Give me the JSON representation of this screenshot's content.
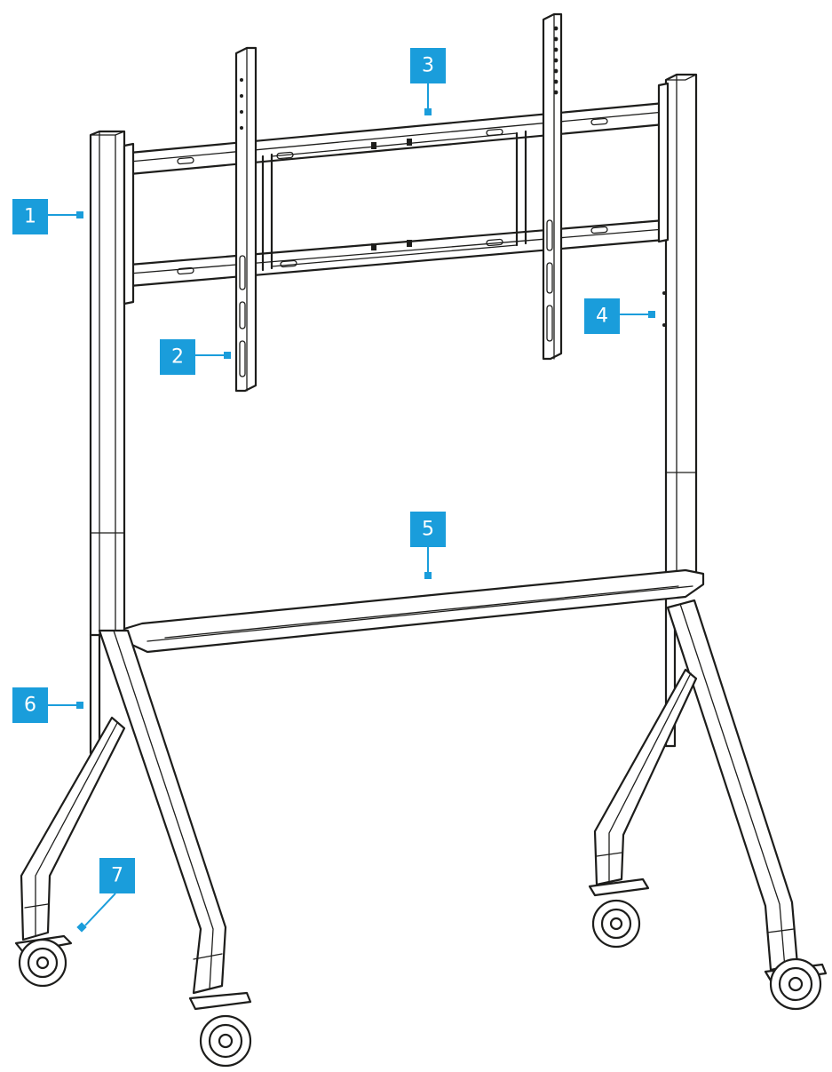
{
  "callouts": [
    {
      "id": "1",
      "label": "1"
    },
    {
      "id": "2",
      "label": "2"
    },
    {
      "id": "3",
      "label": "3"
    },
    {
      "id": "4",
      "label": "4"
    },
    {
      "id": "5",
      "label": "5"
    },
    {
      "id": "6",
      "label": "6"
    },
    {
      "id": "7",
      "label": "7"
    }
  ],
  "colors": {
    "callout": "#1a9ddb",
    "line": "#1d1d1b",
    "background": "#ffffff"
  }
}
